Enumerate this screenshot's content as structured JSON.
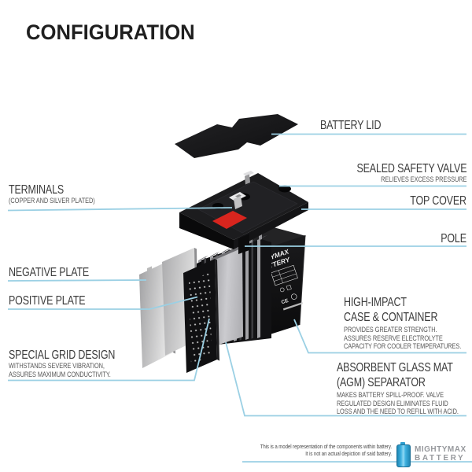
{
  "title": "CONFIGURATION",
  "callouts": {
    "battery_lid": {
      "title": "BATTERY LID"
    },
    "sealed_safety_valve": {
      "title": "SEALED SAFETY VALVE",
      "sub": "RELIEVES EXCESS PRESSURE"
    },
    "terminals": {
      "title": "TERMINALS",
      "sub": "(COPPER AND SILVER PLATED)"
    },
    "top_cover": {
      "title": "TOP COVER"
    },
    "pole": {
      "title": "POLE"
    },
    "negative_plate": {
      "title": "NEGATIVE PLATE"
    },
    "positive_plate": {
      "title": "POSITIVE PLATE"
    },
    "special_grid_design": {
      "title": "SPECIAL GRID DESIGN",
      "sub1": "WITHSTANDS SEVERE VIBRATION,",
      "sub2": "ASSURES MAXIMUM CONDUCTIVITY."
    },
    "high_impact_case": {
      "title1": "HIGH-IMPACT",
      "title2": "CASE & CONTAINER",
      "sub1": "PROVIDES GREATER STRENGTH.",
      "sub2": "ASSURES RESERVE ELECTROLYTE",
      "sub3": "CAPACITY FOR COOLER TEMPERATURES."
    },
    "agm_separator": {
      "title1": "ABSORBENT GLASS MAT",
      "title2": "(AGM) SEPARATOR",
      "sub1": "MAKES BATTERY SPILL-PROOF. VALVE",
      "sub2": "REGULATED DESIGN ELIMINATES FLUID",
      "sub3": "LOSS AND THE NEED TO REFILL WITH ACID."
    }
  },
  "case_label": {
    "brand_top": "TYMAX",
    "brand_bottom": "TTERY"
  },
  "footer": {
    "disclaimer1": "This is a model representation of the components within battery.",
    "disclaimer2": "It is not an actual depiction of said battery.",
    "brand_line1": "MIGHTYMAX",
    "brand_line2": "BATTERY"
  },
  "colors": {
    "callout_line": "#9bd0e4",
    "accent_red": "#d8251e",
    "logo_blue": "#2f9fd0",
    "text_dark": "#3c3c3c",
    "text_sub": "#575757"
  }
}
